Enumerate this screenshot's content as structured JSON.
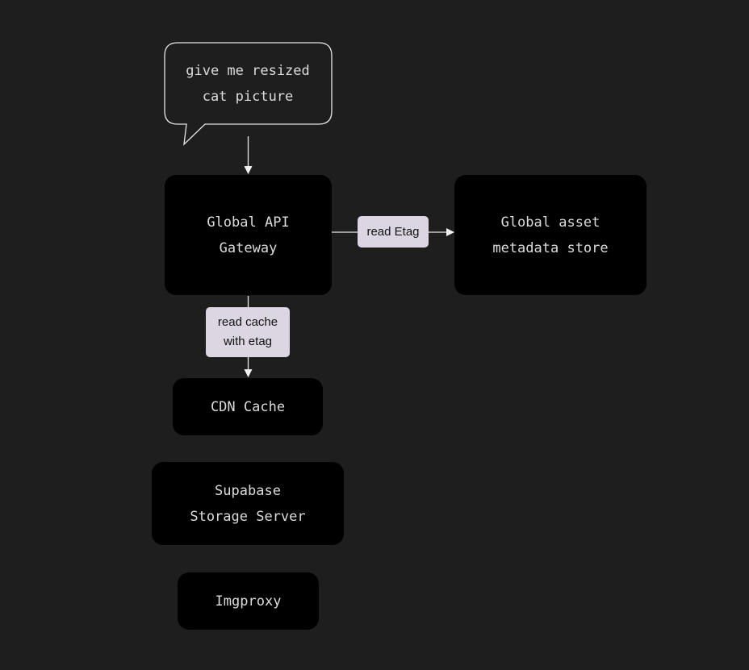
{
  "speech_bubble": {
    "text": "give me resized\ncat picture"
  },
  "nodes": {
    "api_gateway": "Global API\nGateway",
    "metadata_store": "Global asset\nmetadata store",
    "cdn_cache": "CDN Cache",
    "storage_server": "Supabase\nStorage Server",
    "imgproxy": "Imgproxy"
  },
  "edge_labels": {
    "read_etag": "read Etag",
    "read_cache": "read cache\nwith etag"
  },
  "colors": {
    "background": "#1e1e1e",
    "node_fill": "#000000",
    "node_text": "#dcdcdc",
    "edge_label_fill": "#dcd6e3",
    "wire": "#e6e6e6"
  }
}
